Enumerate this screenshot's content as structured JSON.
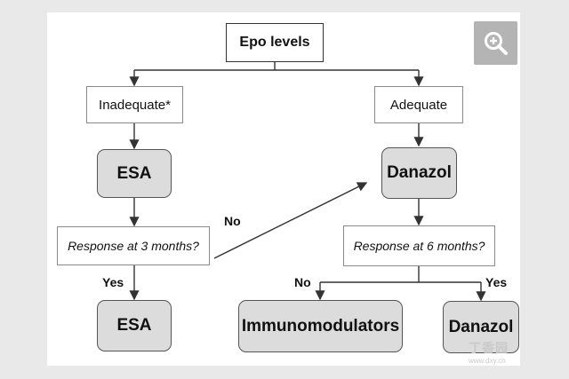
{
  "nodes": {
    "epo": "Epo levels",
    "inadequate": "Inadequate*",
    "adequate": "Adequate",
    "esa_top": "ESA",
    "danazol_top": "Danazol",
    "response3": "Response at 3 months?",
    "response6": "Response at 6 months?",
    "esa_bottom": "ESA",
    "immunomodulators": "Immunomodulators",
    "danazol_bottom": "Danazol"
  },
  "edge_labels": {
    "no_left": "No",
    "yes_left": "Yes",
    "no_right": "No",
    "yes_right": "Yes"
  },
  "icons": {
    "zoom": "zoom-in-icon"
  },
  "watermark": {
    "text": "丁香园",
    "sub": "www.dxy.cn"
  },
  "colors": {
    "box_fill": "#dcdcdc",
    "background": "#e9e9e9"
  }
}
